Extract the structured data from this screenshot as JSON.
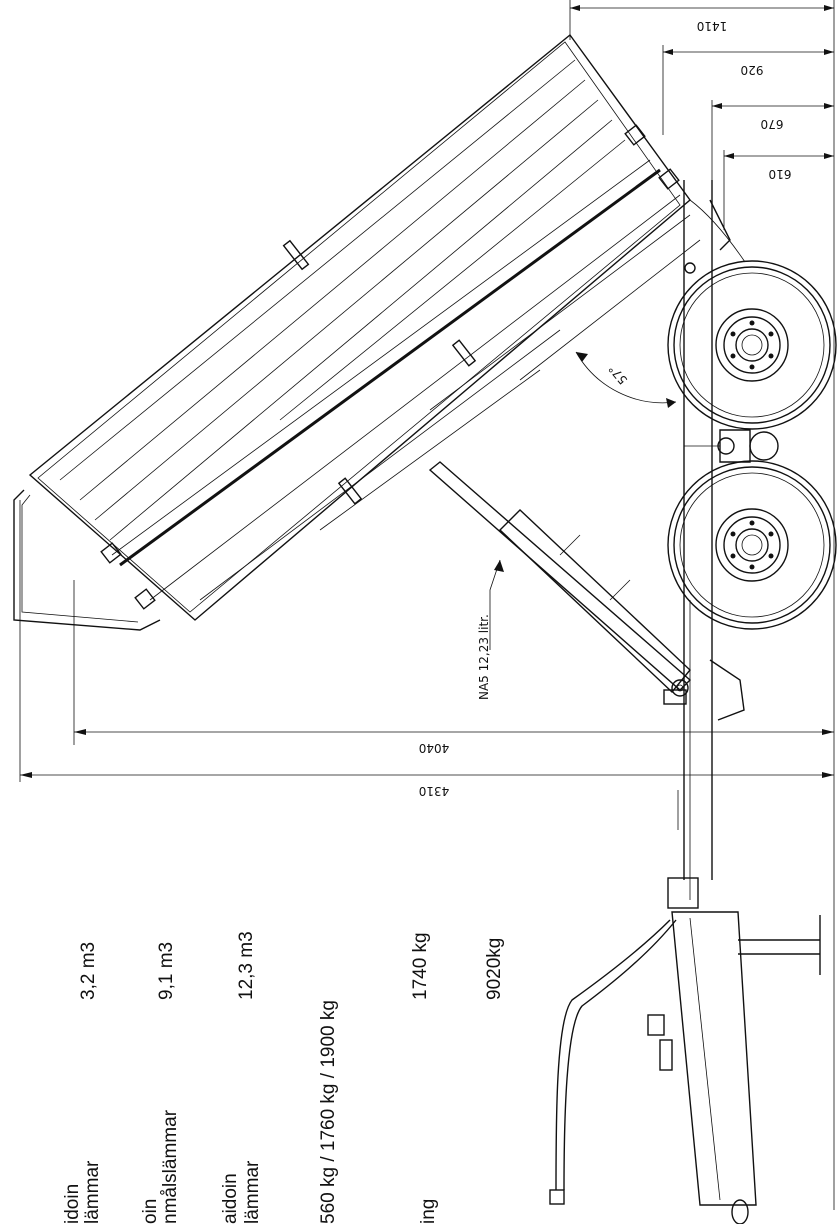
{
  "dimensions": {
    "d1410": "1410",
    "d920": "920",
    "d670": "670",
    "d610": "610",
    "d4040": "4040",
    "d4310": "4310"
  },
  "annotations": {
    "tip_angle": "57°",
    "cylinder": "NA5  12,23 litr."
  },
  "spec_table": {
    "values": [
      "3,2 m3",
      "9,1 m3",
      "12,3 m3",
      "560 kg / 1760 kg / 1900 kg",
      "1740 kg",
      "9020kg"
    ],
    "labels": [
      [
        "idoin",
        "lämmar"
      ],
      [
        "oin",
        "nmålslämmar"
      ],
      [
        "aidoin",
        "lämmar"
      ],
      [
        ""
      ],
      [
        "ing"
      ]
    ]
  }
}
